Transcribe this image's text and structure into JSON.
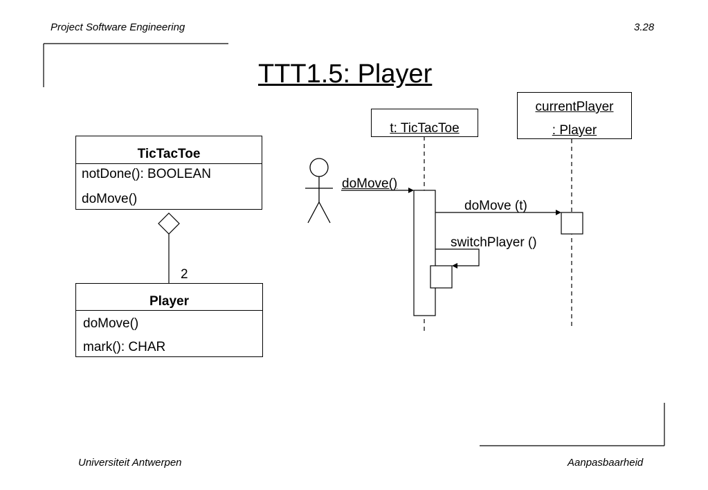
{
  "header": {
    "course": "Project Software Engineering",
    "slide_number": "3.28"
  },
  "footer": {
    "university": "Universiteit Antwerpen",
    "topic": "Aanpasbaarheid"
  },
  "title": "TTT1.5: Player",
  "class_diagram": {
    "tictactoe": {
      "name": "TicTacToe",
      "operations": [
        "notDone(): BOOLEAN",
        "doMove()"
      ]
    },
    "player": {
      "name": "Player",
      "operations": [
        "doMove()",
        "mark(): CHAR"
      ]
    },
    "multiplicity": "2"
  },
  "sequence_diagram": {
    "object_t": "t: TicTacToe",
    "object_current": [
      "currentPlayer",
      ": Player"
    ],
    "messages": {
      "actor_to_t": "doMove()",
      "t_to_player": "doMove (t)",
      "self_call": "switchPlayer ()"
    }
  }
}
